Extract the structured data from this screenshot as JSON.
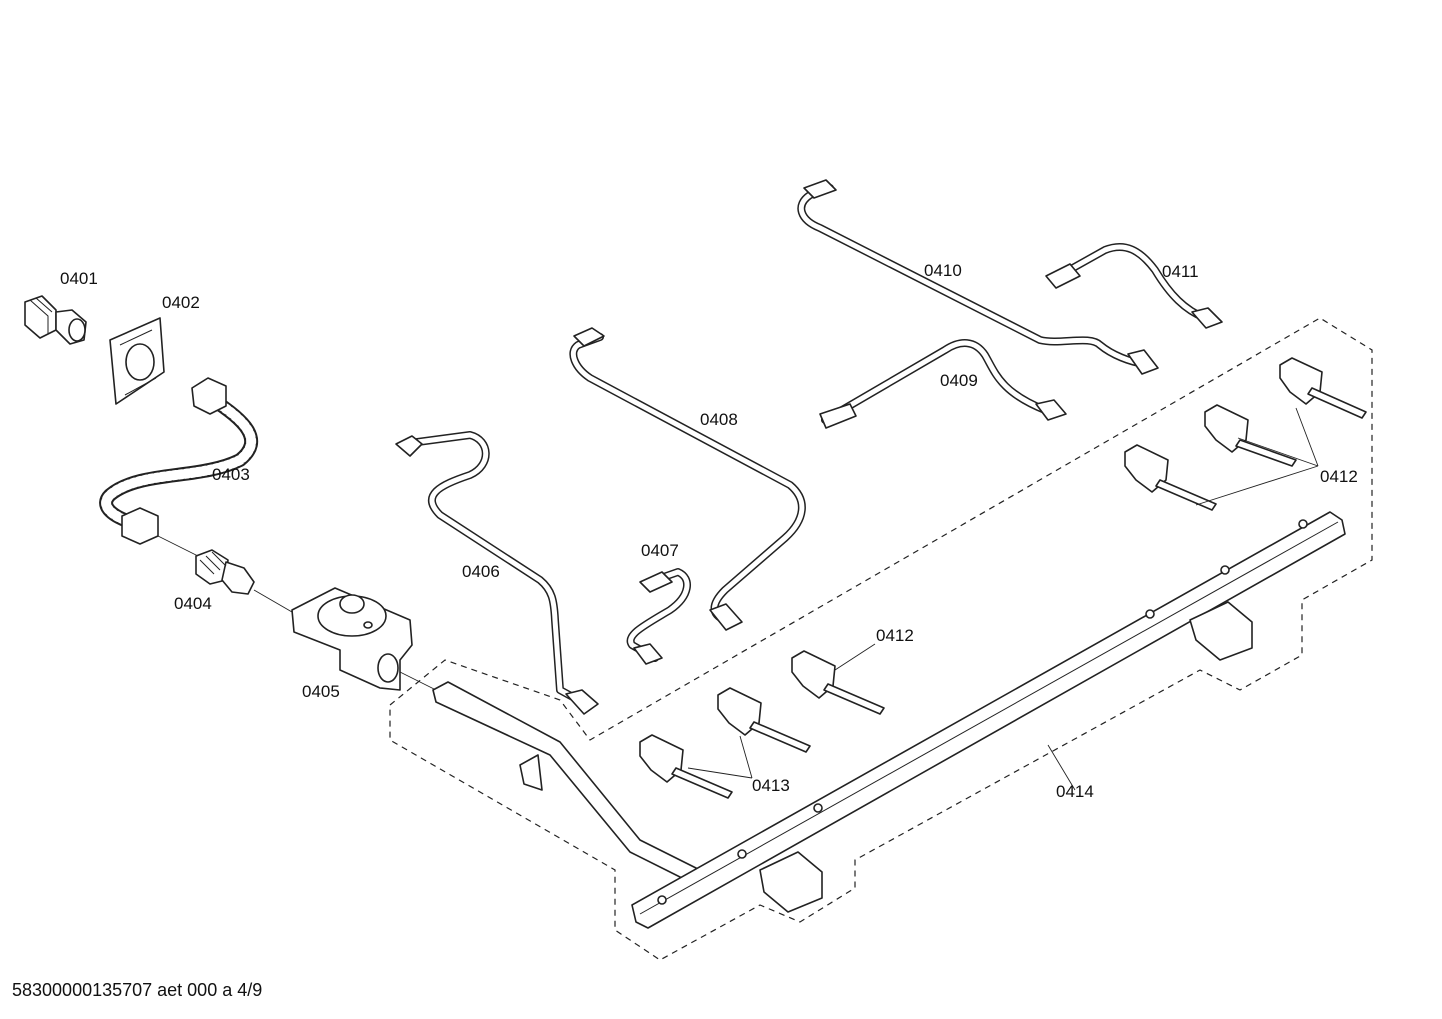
{
  "labels": {
    "p0401": "0401",
    "p0402": "0402",
    "p0403": "0403",
    "p0404": "0404",
    "p0405": "0405",
    "p0406": "0406",
    "p0407": "0407",
    "p0408": "0408",
    "p0409": "0409",
    "p0410": "0410",
    "p0411": "0411",
    "p0412_right": "0412",
    "p0412_mid": "0412",
    "p0413": "0413",
    "p0414": "0414"
  },
  "footer": "58300000135707 aet 000 a 4/9"
}
